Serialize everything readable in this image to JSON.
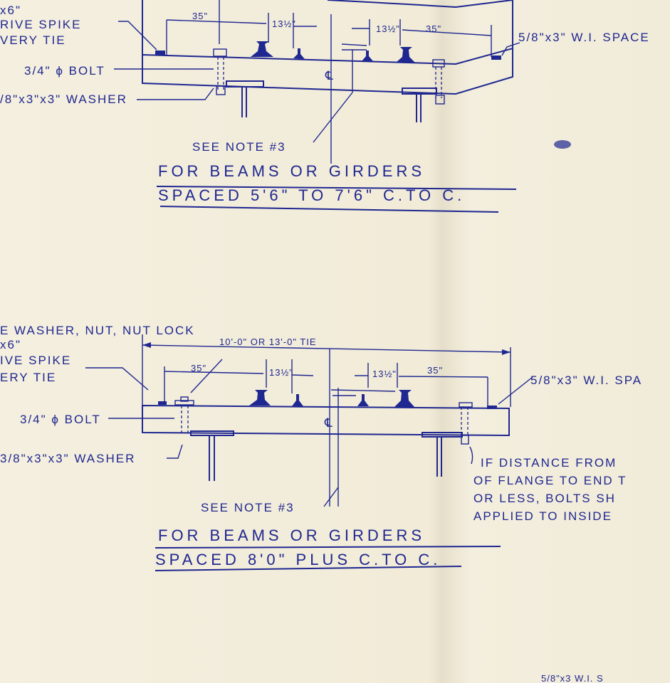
{
  "drawing": {
    "colors": {
      "ink": "#1f2790",
      "paper": "#f2ecda"
    },
    "top_detail": {
      "label_size": "x6\"",
      "label_spike_1": "RIVE SPIKE",
      "label_spike_2": "VERY TIE",
      "label_bolt": "3/4\" ϕ BOLT",
      "label_washer": "/8\"x3\"x3\" WASHER",
      "dim_35_left": "35\"",
      "dim_13_left": "13½\"",
      "dim_13_right": "13½\"",
      "dim_35_right": "35\"",
      "label_spacer": "5/8\"x3\" W.I. SPACE",
      "centerline": "℄",
      "note": "SEE NOTE #3",
      "title_1": "FOR BEAMS OR GIRDERS",
      "title_2": "SPACED 5'6\" TO 7'6\" C.TO C."
    },
    "bottom_detail": {
      "label_washer_nut": "E WASHER, NUT, NUT LOCK",
      "label_size": "x6\"",
      "label_spike_1": "IVE SPIKE",
      "label_spike_2": "ERY TIE",
      "dim_tie": "10'-0\" OR 13'-0\" TIE",
      "dim_35_left": "35\"",
      "dim_13_left": "13½\"",
      "dim_13_right": "13½\"",
      "dim_35_right": "35\"",
      "label_spacer": "5/8\"x3\" W.I. SPA",
      "label_bolt": "3/4\" ϕ BOLT",
      "label_washer": "3/8\"x3\"x3\" WASHER",
      "centerline": "℄",
      "note": "SEE NOTE #3",
      "side_note": [
        "IF DISTANCE FROM",
        "OF FLANGE TO END T",
        "OR LESS, BOLTS SH",
        "APPLIED TO INSIDE"
      ],
      "title_1": "FOR BEAMS OR GIRDERS",
      "title_2": "SPACED 8'0\" PLUS C.TO C."
    },
    "footer_fragment": "5/8\"x3 W.I. S"
  }
}
